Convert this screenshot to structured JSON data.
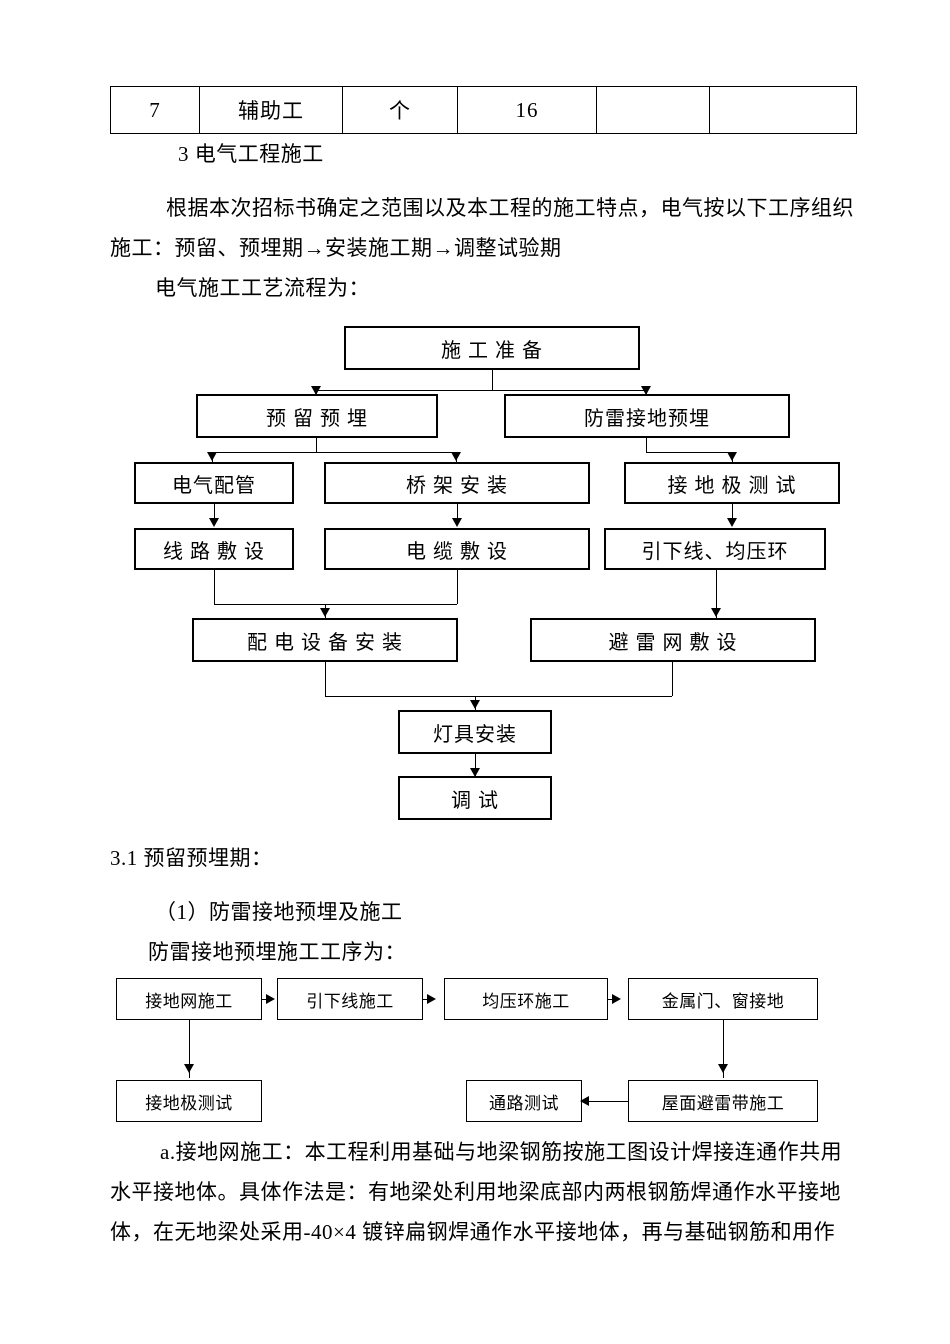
{
  "table": {
    "rows": [
      {
        "no": "7",
        "name": "辅助工",
        "unit": "个",
        "qty": "16",
        "c5": "",
        "c6": ""
      }
    ]
  },
  "headings": {
    "section3": "3 电气工程施工",
    "section31": "3.1 预留预埋期：",
    "item1": "（1）防雷接地预埋及施工"
  },
  "paragraphs": {
    "p1_line1": "根据本次招标书确定之范围以及本工程的施工特点，电气按以下工序组织",
    "p1_line2": "施工：预留、预埋期→安装施工期→调整试验期",
    "p2": "电气施工工艺流程为：",
    "p3": "防雷接地预埋施工工序为：",
    "p4_line1": "a.接地网施工：本工程利用基础与地梁钢筋按施工图设计焊接连通作共用",
    "p4_line2": "水平接地体。具体作法是：有地梁处利用地梁底部内两根钢筋焊通作水平接地",
    "p4_line3": "体，在无地梁处采用-40×4 镀锌扁钢焊通作水平接地体，再与基础钢筋和用作"
  },
  "flow1": {
    "title": "施 工 准 备",
    "prepare_embed": "预 留 预 埋",
    "lightning_embed": "防雷接地预埋",
    "electrical_pipe": "电气配管",
    "bridge_install": "桥 架 安 装",
    "ground_pole_test": "接 地 极 测 试",
    "line_laying": "线 路 敷 设",
    "cable_laying": "电 缆 敷 设",
    "downlead_ring": "引下线、均压环",
    "dist_equip_install": "配 电 设 备 安 装",
    "lightning_net": "避 雷 网 敷 设",
    "lamp_install": "灯具安装",
    "commissioning": "调  试"
  },
  "flow2": {
    "ground_net": "接地网施工",
    "downlead": "引下线施工",
    "equalizing_ring": "均压环施工",
    "metal_door_window": "金属门、窗接地",
    "ground_pole_test": "接地极测试",
    "path_test": "通路测试",
    "roof_lightning_belt": "屋面避雷带施工"
  }
}
